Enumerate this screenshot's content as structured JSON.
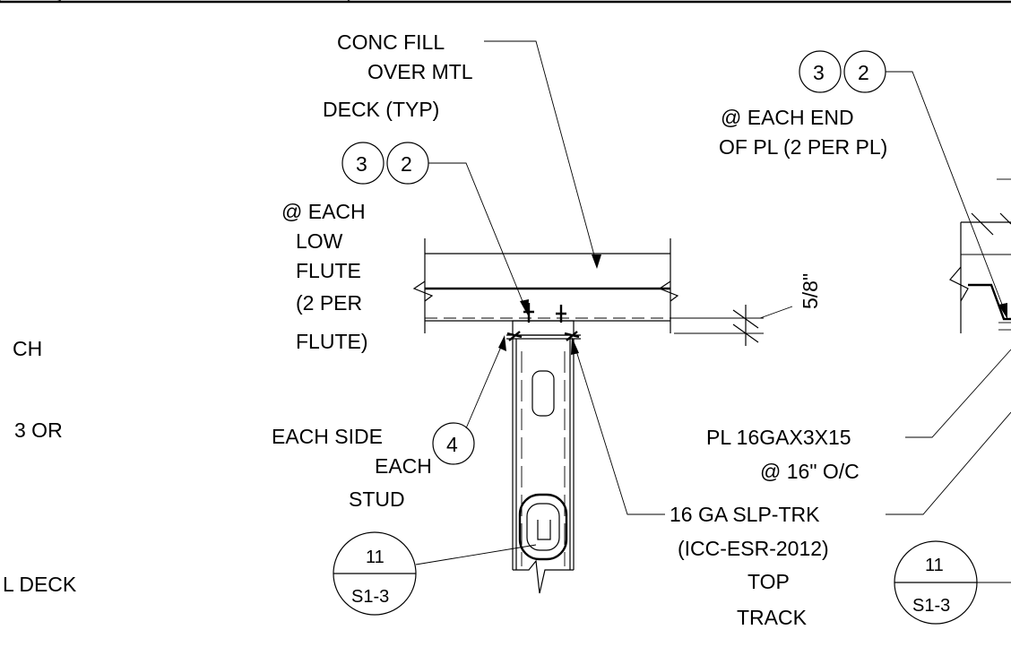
{
  "left_partial_labels": [
    "CH",
    "3 OR",
    "L DECK"
  ],
  "callouts": {
    "conc_fill": [
      "CONC FILL",
      "OVER MTL",
      "DECK (TYP)"
    ],
    "low_flute": [
      "@ EACH",
      "LOW",
      "FLUTE",
      "(2 PER",
      "FLUTE)"
    ],
    "each_side": [
      "EACH SIDE",
      "EACH",
      "STUD"
    ],
    "each_end": [
      "@ EACH END",
      "OF PL (2 PER PL)"
    ],
    "plate": [
      "PL 16GAX3X15",
      "@ 16\" O/C"
    ],
    "track": [
      "16 GA SLP-TRK",
      "(ICC-ESR-2012)",
      "TOP",
      "TRACK"
    ]
  },
  "dimension": "5/8\"",
  "fastener_tags": [
    {
      "left": "3",
      "right": "2"
    },
    {
      "left": "3",
      "right": "2"
    },
    {
      "left": "4"
    }
  ],
  "section_refs": [
    {
      "number": "11",
      "sheet": "S1-3"
    },
    {
      "number": "11",
      "sheet": "S1-3"
    }
  ]
}
